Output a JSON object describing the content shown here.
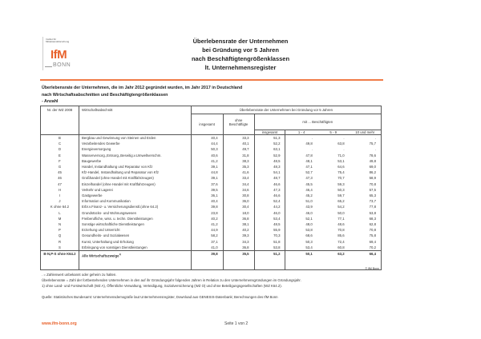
{
  "logo": {
    "small": "Institut für Mittelstandsforschung",
    "ifm": "IfM",
    "bonn": "BONN"
  },
  "title": [
    "Überlebensrate der Unternehmen",
    "bei Gründung vor 5 Jahren",
    "nach Beschäftigtengrößenklassen",
    "lt. Unternehmensregister"
  ],
  "subtitle": [
    "Überlebensrate der Unternehmen, die im Jahr 2012 gegründet wurden, im Jahr 2017 in Deutschland",
    "nach Wirtschaftsabschnitten und Beschäftigtengrößenklassen",
    "- Anzahl"
  ],
  "table": {
    "h_nr": "Nr. der WZ 2008",
    "h_wz": "Wirtschaftsabschnitt",
    "h_main": "Überlebensrate der Unternehmen bei Gründung vor 5 Jahren",
    "h_ins": "insgesamt",
    "h_ohne": "ohne Beschäftigte",
    "h_mit": "mit ... Beschäftigten",
    "h_sub": [
      "insgesamt",
      "1 - 4",
      "5 - 9",
      "10 und mehr"
    ],
    "rows": [
      [
        "B",
        "Bergbau und Gewinnung von Steinen und Erden",
        "40,4",
        "33,3",
        "51,3",
        ".",
        ".",
        "."
      ],
      [
        "C",
        "Verarbeitendes Gewerbe",
        "44,4",
        "40,1",
        "52,2",
        "49,8",
        "63,8",
        "75,7"
      ],
      [
        "D",
        "Energieversorgung",
        "50,3",
        "49,7",
        "63,1",
        ".",
        ".",
        "."
      ],
      [
        "E",
        "Wasserversorg.,Entsorg.,Beseitig.v.Umweltverschm.",
        "40,6",
        "31,8",
        "52,9",
        "47,8",
        "71,0",
        "78,6"
      ],
      [
        "F",
        "Baugewerbe",
        "41,2",
        "38,3",
        "48,5",
        "48,1",
        "53,1",
        "49,8"
      ],
      [
        "G",
        "Handel, Instandhaltung und Reparatur von Kfz",
        "39,1",
        "35,3",
        "48,3",
        "47,1",
        "64,6",
        "69,0"
      ],
      [
        "45",
        "Kfz-Handel, Instandhaltung und Reparatur von Kfz",
        "44,8",
        "41,6",
        "54,1",
        "52,7",
        "75,4",
        "86,2"
      ],
      [
        "46",
        "Großhandel (ohne Handel mit Kraftfahrzeugen)",
        "39,1",
        "33,4",
        "48,7",
        "47,3",
        "70,7",
        "58,9"
      ],
      [
        "47",
        "Einzelhandel (ohne Handel mit Kraftfahrzeugen)",
        "37,6",
        "34,4",
        "46,6",
        "45,5",
        "59,3",
        "70,8"
      ],
      [
        "H",
        "Verkehr und Lagerei",
        "39,5",
        "34,6",
        "47,3",
        "46,4",
        "50,3",
        "57,5"
      ],
      [
        "I",
        "Gastgewerbe",
        "36,1",
        "30,8",
        "46,6",
        "45,2",
        "59,7",
        "65,3"
      ],
      [
        "J",
        "Information und Kommunikation",
        "40,4",
        "36,0",
        "52,4",
        "51,0",
        "65,2",
        "73,7"
      ],
      [
        "K ohne 64.2",
        "Erbr.v.Finanz- u. Versicherungsdienstl.(ohne 64.2)",
        "39,8",
        "30,4",
        "44,2",
        "43,9",
        "54,2",
        "77,8"
      ],
      [
        "L",
        "Grundstücks- und Wohnungswesen",
        "23,8",
        "18,0",
        "46,0",
        "46,0",
        "50,0",
        "53,8"
      ],
      [
        "M",
        "Freiberufliche, wiss. u. techn. Dienstleistungen",
        "40,2",
        "36,8",
        "53,4",
        "52,1",
        "77,1",
        "68,3"
      ],
      [
        "N",
        "Sonstige wirtschaftliche Dienstleistungen",
        "41,2",
        "38,1",
        "48,5",
        "48,0",
        "48,6",
        "62,8"
      ],
      [
        "P",
        "Erziehung und Unterricht",
        "44,9",
        "40,2",
        "55,9",
        "53,8",
        "70,8",
        "70,8"
      ],
      [
        "Q",
        "Gesundheits- und Sozialwesen",
        "58,2",
        "39,3",
        "70,3",
        "68,6",
        "85,6",
        "75,8"
      ],
      [
        "R",
        "Kunst, Unterhaltung und Erholung",
        "37,1",
        "34,3",
        "51,8",
        "50,3",
        "72,4",
        "69,4"
      ],
      [
        "S",
        "Erbringung von sonstigen Dienstleistungen",
        "41,0",
        "36,8",
        "53,8",
        "53,4",
        "60,8",
        "70,2"
      ]
    ],
    "total": {
      "nr": "B-N,P-S ohne K64.2",
      "label": "Alle Wirtschaftszweige",
      "sup": "1)",
      "values": [
        "39,8",
        "35,5",
        "51,2",
        "50,1",
        "63,2",
        "66,4"
      ]
    },
    "copyright": "© IfM Bonn"
  },
  "notes": [
    ". = Zahlenwert unbekannt oder geheim zu halten.",
    "Überlebensrate = Zahl der fortbestehenden Unternehmen in den auf ihr Gründungsjahr folgenden Jahren in Relation zu den Unternehmensgründungen im Gründungsjahr.",
    "1) ohne Land- und Forstwirtschaft (WZ A), Öffentliche Verwaltung, Verteidigung, Sozialversicherung (WZ O) und ohne Beteiligungsgesellschaften (WZ K64.2).",
    "",
    "Quelle: Statistisches Bundesamt: Unternehmensdemografie laut Unternehmensregister, Download aus GENESIS-Datenbank; Berechnungen des IfM Bonn"
  ],
  "footer": {
    "url": "www.ifm-bonn.org",
    "page": "Seite 1 von 2"
  }
}
